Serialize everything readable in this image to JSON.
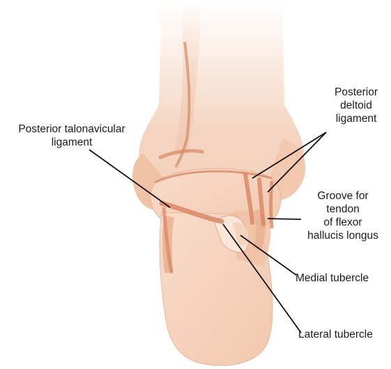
{
  "labels": {
    "posterior_deltoid_ligament": "Posterior\ndeltoid\nligament",
    "posterior_talonavicular_ligament": "Posterior talonavicular\nligament",
    "groove_flexor_hallucis_longus": "Groove for\ntendon\nof flexor\nhallucis longus",
    "medial_tubercle": "Medial tubercle",
    "lateral_tubercle": "Lateral tubercle"
  },
  "colors": {
    "bone_fill": "#f6d9c6",
    "bone_shade": "#e9b89c",
    "ligament": "#d98866",
    "leader_line": "#111111",
    "text": "#1a1a1a"
  }
}
